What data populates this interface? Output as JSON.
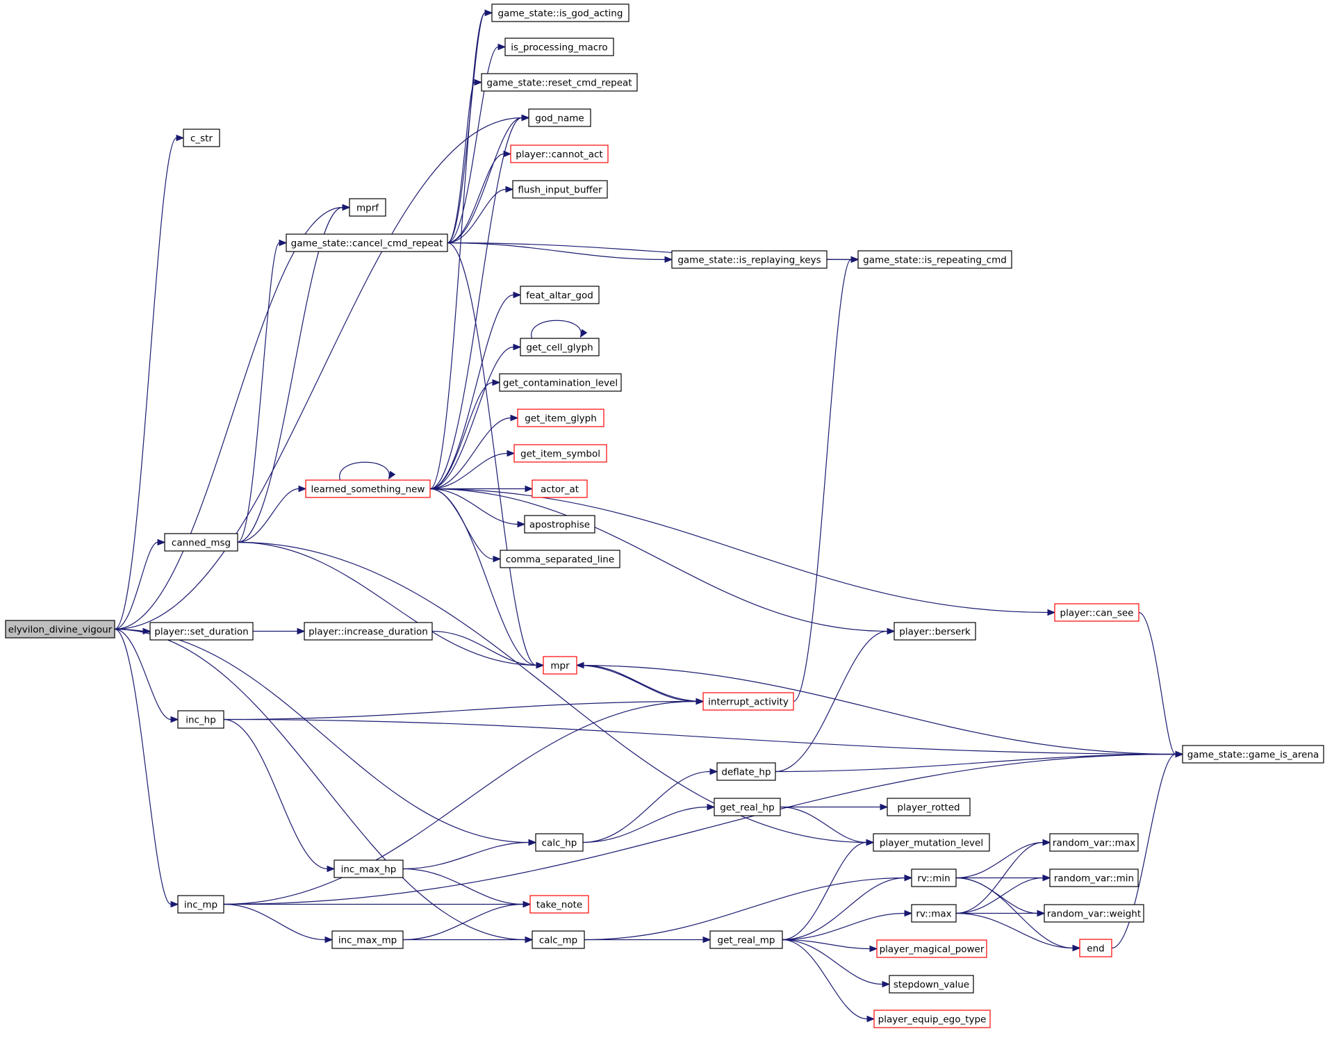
{
  "graph": {
    "title": "",
    "colors": {
      "edge": "#191970",
      "root_fill": "#bfbfbf",
      "node_border": "#000000",
      "node_border_incomplete": "#ff0000"
    },
    "nodes": [
      {
        "id": "elyvilon_divine_vigour",
        "label": "elyvilon_divine_vigour",
        "border": "black",
        "root": true
      },
      {
        "id": "c_str",
        "label": "c_str",
        "border": "black"
      },
      {
        "id": "mprf",
        "label": "mprf",
        "border": "black"
      },
      {
        "id": "cancel_cmd_repeat",
        "label": "game_state::cancel_cmd_repeat",
        "border": "black"
      },
      {
        "id": "is_god_acting",
        "label": "game_state::is_god_acting",
        "border": "black"
      },
      {
        "id": "is_processing_macro",
        "label": "is_processing_macro",
        "border": "black"
      },
      {
        "id": "reset_cmd_repeat",
        "label": "game_state::reset_cmd_repeat",
        "border": "black"
      },
      {
        "id": "god_name",
        "label": "god_name",
        "border": "black"
      },
      {
        "id": "cannot_act",
        "label": "player::cannot_act",
        "border": "red"
      },
      {
        "id": "flush_input_buffer",
        "label": "flush_input_buffer",
        "border": "black"
      },
      {
        "id": "is_replaying_keys",
        "label": "game_state::is_replaying_keys",
        "border": "black"
      },
      {
        "id": "is_repeating_cmd",
        "label": "game_state::is_repeating_cmd",
        "border": "black"
      },
      {
        "id": "feat_altar_god",
        "label": "feat_altar_god",
        "border": "black"
      },
      {
        "id": "get_cell_glyph",
        "label": "get_cell_glyph",
        "border": "black"
      },
      {
        "id": "get_contamination_level",
        "label": "get_contamination_level",
        "border": "black"
      },
      {
        "id": "get_item_glyph",
        "label": "get_item_glyph",
        "border": "red"
      },
      {
        "id": "get_item_symbol",
        "label": "get_item_symbol",
        "border": "red"
      },
      {
        "id": "learned_something_new",
        "label": "learned_something_new",
        "border": "red"
      },
      {
        "id": "actor_at",
        "label": "actor_at",
        "border": "red"
      },
      {
        "id": "apostrophise",
        "label": "apostrophise",
        "border": "black"
      },
      {
        "id": "comma_separated_line",
        "label": "comma_separated_line",
        "border": "black"
      },
      {
        "id": "canned_msg",
        "label": "canned_msg",
        "border": "black"
      },
      {
        "id": "can_see",
        "label": "player::can_see",
        "border": "red"
      },
      {
        "id": "set_duration",
        "label": "player::set_duration",
        "border": "black"
      },
      {
        "id": "increase_duration",
        "label": "player::increase_duration",
        "border": "black"
      },
      {
        "id": "berserk",
        "label": "player::berserk",
        "border": "black"
      },
      {
        "id": "mpr",
        "label": "mpr",
        "border": "red"
      },
      {
        "id": "interrupt_activity",
        "label": "interrupt_activity",
        "border": "red"
      },
      {
        "id": "inc_hp",
        "label": "inc_hp",
        "border": "black"
      },
      {
        "id": "game_is_arena",
        "label": "game_state::game_is_arena",
        "border": "black"
      },
      {
        "id": "deflate_hp",
        "label": "deflate_hp",
        "border": "black"
      },
      {
        "id": "get_real_hp",
        "label": "get_real_hp",
        "border": "black"
      },
      {
        "id": "player_rotted",
        "label": "player_rotted",
        "border": "black"
      },
      {
        "id": "calc_hp",
        "label": "calc_hp",
        "border": "black"
      },
      {
        "id": "player_mutation_level",
        "label": "player_mutation_level",
        "border": "black"
      },
      {
        "id": "rv_max_var",
        "label": "random_var::max",
        "border": "black"
      },
      {
        "id": "inc_max_hp",
        "label": "inc_max_hp",
        "border": "black"
      },
      {
        "id": "rv_min",
        "label": "rv::min",
        "border": "black"
      },
      {
        "id": "rv_min_var",
        "label": "random_var::min",
        "border": "black"
      },
      {
        "id": "inc_mp",
        "label": "inc_mp",
        "border": "black"
      },
      {
        "id": "take_note",
        "label": "take_note",
        "border": "red"
      },
      {
        "id": "rv_max",
        "label": "rv::max",
        "border": "black"
      },
      {
        "id": "rv_weight",
        "label": "random_var::weight",
        "border": "black"
      },
      {
        "id": "inc_max_mp",
        "label": "inc_max_mp",
        "border": "black"
      },
      {
        "id": "calc_mp",
        "label": "calc_mp",
        "border": "black"
      },
      {
        "id": "get_real_mp",
        "label": "get_real_mp",
        "border": "black"
      },
      {
        "id": "end",
        "label": "end",
        "border": "red"
      },
      {
        "id": "player_magical_power",
        "label": "player_magical_power",
        "border": "red"
      },
      {
        "id": "stepdown_value",
        "label": "stepdown_value",
        "border": "black"
      },
      {
        "id": "player_equip_ego_type",
        "label": "player_equip_ego_type",
        "border": "red"
      }
    ],
    "edges": [
      [
        "elyvilon_divine_vigour",
        "c_str"
      ],
      [
        "elyvilon_divine_vigour",
        "god_name"
      ],
      [
        "elyvilon_divine_vigour",
        "mprf"
      ],
      [
        "elyvilon_divine_vigour",
        "canned_msg"
      ],
      [
        "elyvilon_divine_vigour",
        "set_duration"
      ],
      [
        "elyvilon_divine_vigour",
        "inc_hp"
      ],
      [
        "elyvilon_divine_vigour",
        "calc_hp"
      ],
      [
        "elyvilon_divine_vigour",
        "inc_mp"
      ],
      [
        "elyvilon_divine_vigour",
        "calc_mp"
      ],
      [
        "canned_msg",
        "mprf"
      ],
      [
        "canned_msg",
        "cancel_cmd_repeat"
      ],
      [
        "canned_msg",
        "learned_something_new"
      ],
      [
        "canned_msg",
        "mpr"
      ],
      [
        "canned_msg",
        "player_mutation_level"
      ],
      [
        "cancel_cmd_repeat",
        "is_god_acting"
      ],
      [
        "cancel_cmd_repeat",
        "is_processing_macro"
      ],
      [
        "cancel_cmd_repeat",
        "reset_cmd_repeat"
      ],
      [
        "cancel_cmd_repeat",
        "god_name"
      ],
      [
        "cancel_cmd_repeat",
        "cannot_act"
      ],
      [
        "cancel_cmd_repeat",
        "flush_input_buffer"
      ],
      [
        "cancel_cmd_repeat",
        "is_replaying_keys"
      ],
      [
        "cancel_cmd_repeat",
        "is_repeating_cmd"
      ],
      [
        "cancel_cmd_repeat",
        "mpr"
      ],
      [
        "is_replaying_keys",
        "is_repeating_cmd"
      ],
      [
        "learned_something_new",
        "is_god_acting"
      ],
      [
        "learned_something_new",
        "god_name"
      ],
      [
        "learned_something_new",
        "feat_altar_god"
      ],
      [
        "learned_something_new",
        "get_cell_glyph"
      ],
      [
        "learned_something_new",
        "get_contamination_level"
      ],
      [
        "learned_something_new",
        "get_item_glyph"
      ],
      [
        "learned_something_new",
        "get_item_symbol"
      ],
      [
        "learned_something_new",
        "learned_something_new"
      ],
      [
        "learned_something_new",
        "actor_at"
      ],
      [
        "learned_something_new",
        "apostrophise"
      ],
      [
        "learned_something_new",
        "comma_separated_line"
      ],
      [
        "learned_something_new",
        "can_see"
      ],
      [
        "learned_something_new",
        "berserk"
      ],
      [
        "learned_something_new",
        "mpr"
      ],
      [
        "get_cell_glyph",
        "get_cell_glyph"
      ],
      [
        "set_duration",
        "increase_duration"
      ],
      [
        "increase_duration",
        "mpr"
      ],
      [
        "mpr",
        "interrupt_activity"
      ],
      [
        "mpr",
        "game_is_arena"
      ],
      [
        "interrupt_activity",
        "mpr"
      ],
      [
        "interrupt_activity",
        "is_repeating_cmd"
      ],
      [
        "can_see",
        "game_is_arena"
      ],
      [
        "inc_hp",
        "interrupt_activity"
      ],
      [
        "inc_hp",
        "game_is_arena"
      ],
      [
        "inc_hp",
        "inc_max_hp"
      ],
      [
        "inc_max_hp",
        "calc_hp"
      ],
      [
        "inc_max_hp",
        "take_note"
      ],
      [
        "calc_hp",
        "deflate_hp"
      ],
      [
        "calc_hp",
        "get_real_hp"
      ],
      [
        "deflate_hp",
        "berserk"
      ],
      [
        "deflate_hp",
        "game_is_arena"
      ],
      [
        "get_real_hp",
        "player_rotted"
      ],
      [
        "get_real_hp",
        "player_mutation_level"
      ],
      [
        "inc_mp",
        "interrupt_activity"
      ],
      [
        "inc_mp",
        "take_note"
      ],
      [
        "inc_mp",
        "inc_max_mp"
      ],
      [
        "inc_mp",
        "game_is_arena"
      ],
      [
        "inc_max_mp",
        "take_note"
      ],
      [
        "inc_max_mp",
        "calc_mp"
      ],
      [
        "calc_mp",
        "rv_min"
      ],
      [
        "calc_mp",
        "get_real_mp"
      ],
      [
        "get_real_mp",
        "player_mutation_level"
      ],
      [
        "get_real_mp",
        "rv_min"
      ],
      [
        "get_real_mp",
        "rv_max"
      ],
      [
        "get_real_mp",
        "player_magical_power"
      ],
      [
        "get_real_mp",
        "stepdown_value"
      ],
      [
        "get_real_mp",
        "player_equip_ego_type"
      ],
      [
        "rv_min",
        "rv_max_var"
      ],
      [
        "rv_min",
        "rv_min_var"
      ],
      [
        "rv_min",
        "rv_weight"
      ],
      [
        "rv_min",
        "end"
      ],
      [
        "rv_max",
        "rv_max_var"
      ],
      [
        "rv_max",
        "rv_min_var"
      ],
      [
        "rv_max",
        "rv_weight"
      ],
      [
        "rv_max",
        "end"
      ],
      [
        "end",
        "game_is_arena"
      ]
    ]
  }
}
